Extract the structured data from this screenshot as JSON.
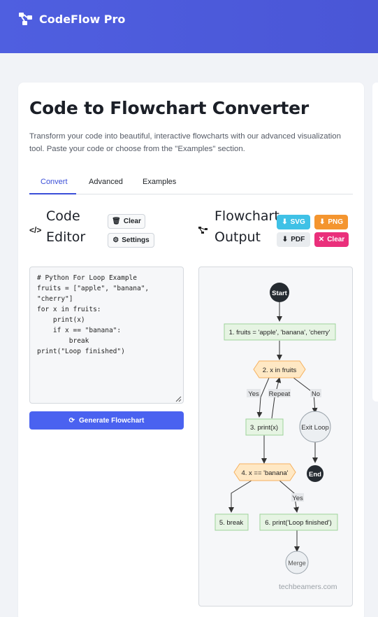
{
  "header": {
    "brand": "CodeFlow Pro",
    "brand_icon": "flow-network-icon"
  },
  "main": {
    "title": "Code to Flowchart Converter",
    "description": "Transform your code into beautiful, interactive flowcharts with our advanced visualization tool. Paste your code or choose from the \"Examples\" section.",
    "tabs": [
      {
        "label": "Convert",
        "active": true
      },
      {
        "label": "Advanced",
        "active": false
      },
      {
        "label": "Examples",
        "active": false
      }
    ]
  },
  "editor_panel": {
    "icon": "</>",
    "title_line1": "Code",
    "title_line2": "Editor",
    "clear_label": "Clear",
    "settings_label": "Settings",
    "code": "# Python For Loop Example\nfruits = [\"apple\", \"banana\",\n\"cherry\"]\nfor x in fruits:\n    print(x)\n    if x == \"banana\":\n        break\nprint(\"Loop finished\")",
    "generate_label": "Generate Flowchart"
  },
  "output_panel": {
    "title_line1": "Flowchart",
    "title_line2": "Output",
    "svg_label": "SVG",
    "png_label": "PNG",
    "pdf_label": "PDF",
    "clear_label": "Clear",
    "watermark": "techbeamers.com"
  },
  "flowchart": {
    "start": "Start",
    "step1": "1. fruits = 'apple', 'banana', 'cherry'",
    "step2": "2. x in fruits",
    "step3": "3. print(x)",
    "step4": "4. x == 'banana'",
    "step5": "5. break",
    "step6": "6. print('Loop finished')",
    "exit_loop": "Exit Loop",
    "end": "End",
    "merge": "Merge",
    "label_yes": "Yes",
    "label_repeat": "Repeat",
    "label_no": "No",
    "label_yes2": "Yes"
  },
  "colors": {
    "primary": "#4a62f0",
    "header": "#4f5fe0",
    "svg_btn": "#3fc1e6",
    "png_btn": "#f4952f",
    "clear_btn": "#ea2f7b"
  }
}
